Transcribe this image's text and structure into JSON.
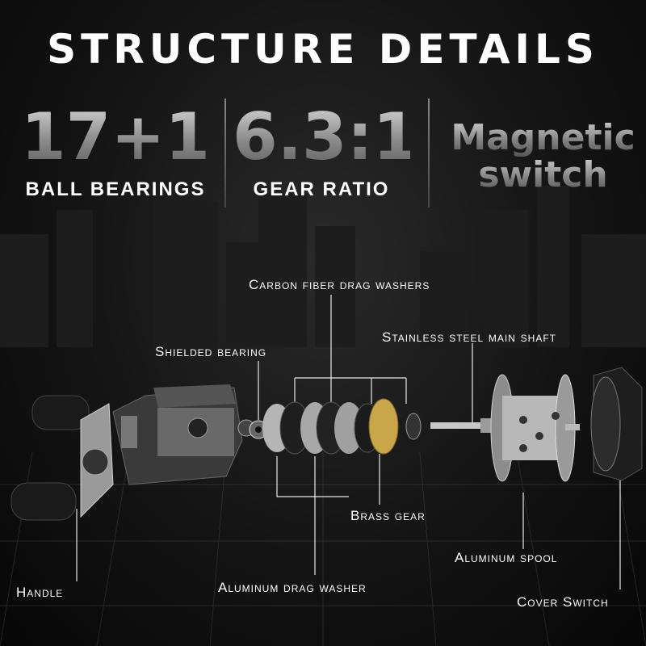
{
  "title": "STRUCTURE DETAILS",
  "specs": [
    {
      "value": "17+1",
      "label": "BALL BEARINGS"
    },
    {
      "value": "6.3:1",
      "label": "GEAR RATIO"
    },
    {
      "value_line1": "Magnetic",
      "value_line2": "switch"
    }
  ],
  "parts": {
    "carbon_washers": "Carbon fiber drag washers",
    "main_shaft": "Stainless steel main shaft",
    "shielded_bearing": "Shielded bearing",
    "brass_gear": "Brass gear",
    "aluminum_spool": "Aluminum spool",
    "handle": "Handle",
    "aluminum_washer": "Aluminum drag washer",
    "cover_switch": "Cover Switch"
  },
  "colors": {
    "accent_silver": "#b8b8b8",
    "brass": "#c9a64a",
    "dark_metal": "#2b2b2b"
  }
}
